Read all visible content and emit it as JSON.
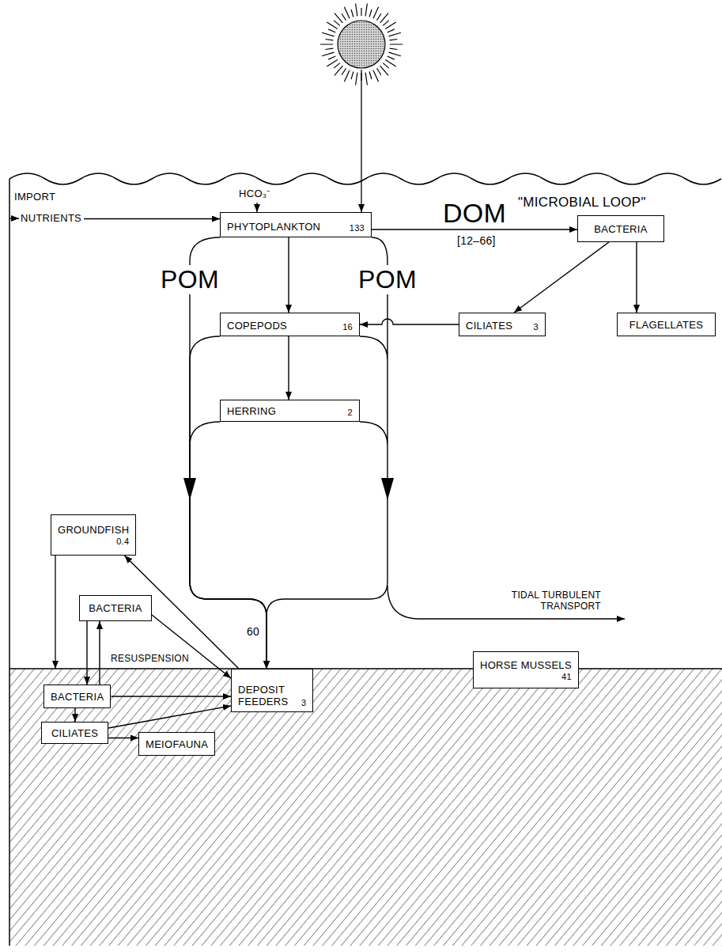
{
  "diagram": {
    "nodes": [
      {
        "text": [
          "PHYTOPLANKTON",
          "133"
        ]
      },
      {
        "text": [
          "BACTERIA"
        ]
      },
      {
        "text": [
          "COPEPODS",
          "16"
        ]
      },
      {
        "text": [
          "CILIATES",
          "3"
        ]
      },
      {
        "text": [
          "FLAGELLATES"
        ]
      },
      {
        "text": [
          "HERRING",
          "2"
        ]
      },
      {
        "text": [
          "GROUNDFISH",
          "0.4"
        ]
      },
      {
        "text": [
          "BACTERIA"
        ]
      },
      {
        "text": [
          "DEPOSIT FEEDERS",
          "3"
        ]
      },
      {
        "text": [
          "HORSE MUSSELS",
          "41"
        ]
      },
      {
        "text": [
          "BACTERIA"
        ]
      },
      {
        "text": [
          "CILIATES"
        ]
      },
      {
        "text": [
          "MEIOFAUNA"
        ]
      }
    ],
    "edges": [
      {
        "from": 0,
        "to": 1,
        "arrow": "to",
        "label": "DOM"
      },
      {
        "from": 0,
        "to": 2,
        "arrow": "to"
      },
      {
        "from": 1,
        "to": 3,
        "arrow": "to"
      },
      {
        "from": 1,
        "to": 4,
        "arrow": "to"
      },
      {
        "from": 3,
        "to": 2,
        "arrow": "to"
      },
      {
        "from": 2,
        "to": 5,
        "arrow": "to"
      },
      {
        "from": 0,
        "to": 8,
        "arrow": "to"
      },
      {
        "from": 2,
        "to": 8,
        "arrow": "to"
      },
      {
        "from": 5,
        "to": 8,
        "arrow": "to"
      },
      {
        "from": 8,
        "to": 6,
        "arrow": "to"
      },
      {
        "from": 7,
        "to": 10,
        "arrow": "to"
      },
      {
        "from": 10,
        "to": 7,
        "arrow": "to"
      },
      {
        "from": 7,
        "to": 8,
        "arrow": "to"
      },
      {
        "from": 10,
        "to": 8,
        "arrow": "to"
      },
      {
        "from": 10,
        "to": 11,
        "arrow": "to"
      },
      {
        "from": 11,
        "to": 8,
        "arrow": "to"
      },
      {
        "from": 11,
        "to": 12,
        "arrow": "to"
      }
    ],
    "labels": [
      "IMPORT",
      "NUTRIENTS",
      "HCO₃⁻",
      "\"MICROBIAL LOOP\"",
      "[12–66]",
      "POM",
      "POM",
      "60",
      "TIDAL TURBULENT TRANSPORT",
      "RESUSPENSION"
    ]
  }
}
